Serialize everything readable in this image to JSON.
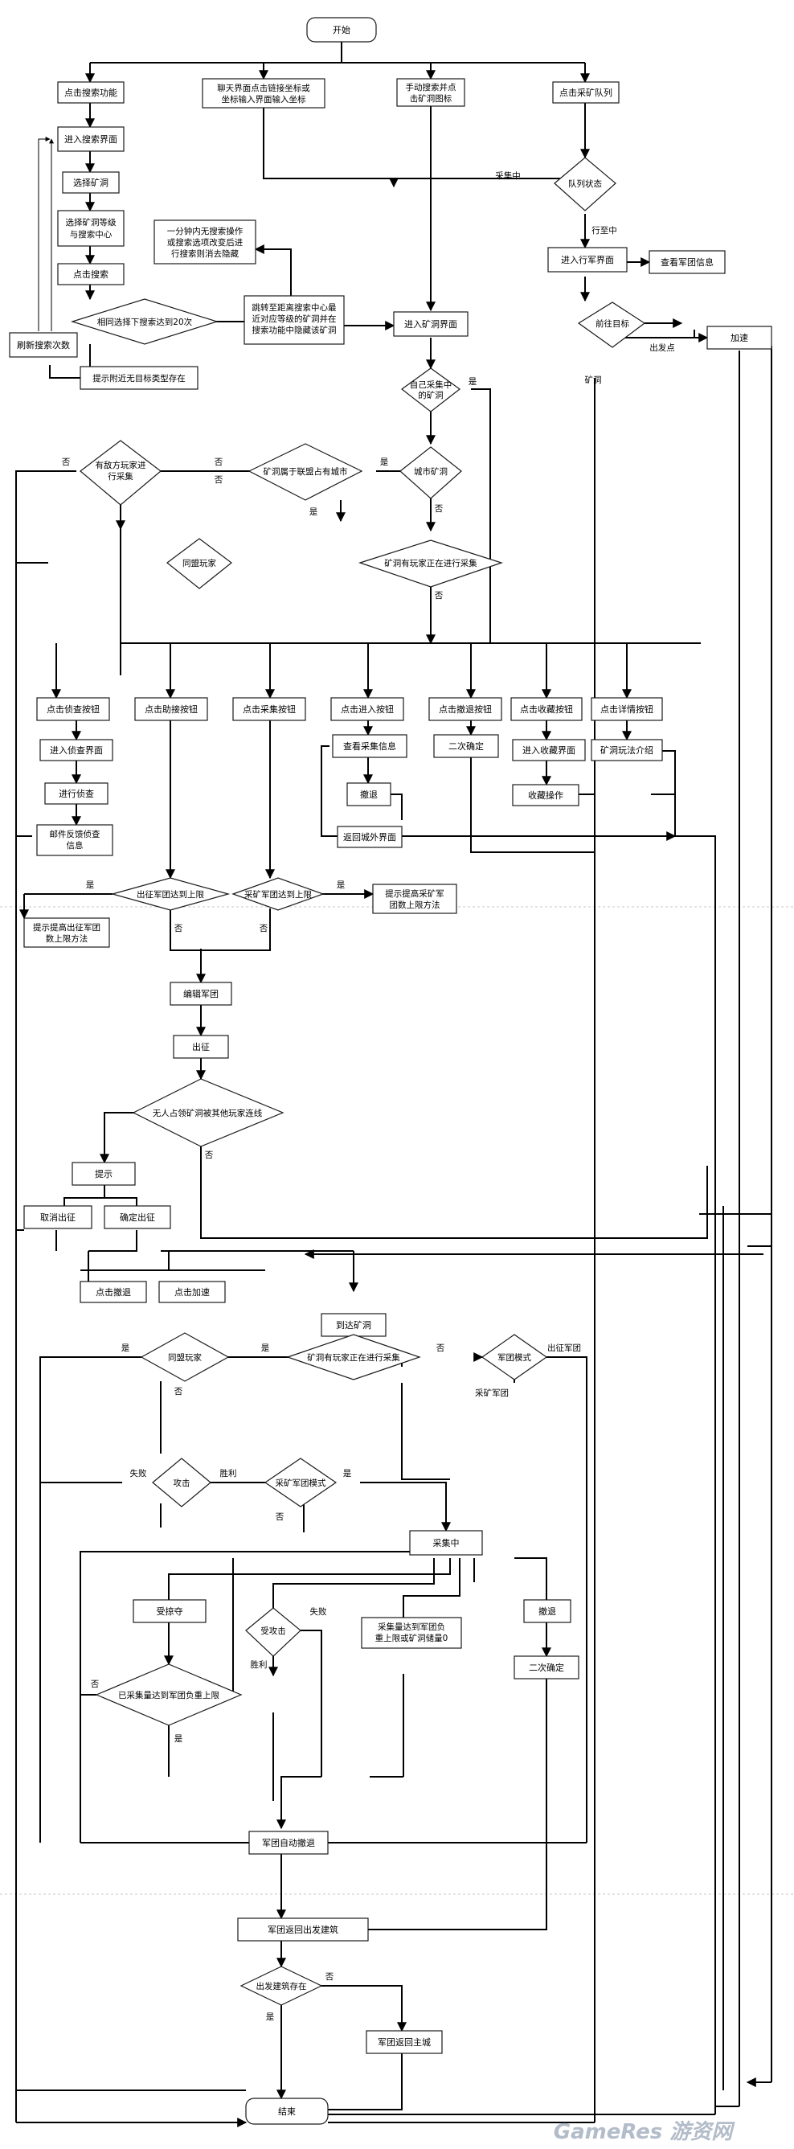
{
  "nodes": {
    "start": "开始",
    "search_func": "点击搜索功能",
    "chat_link": [
      "聊天界面点击链接坐标或",
      "坐标输入界面输入坐标"
    ],
    "manual_search": [
      "手动搜索并点",
      "击矿洞图标"
    ],
    "mine_queue": "点击采矿队列",
    "enter_search": "进入搜索界面",
    "select_mine": "选择矿洞",
    "select_level": [
      "选择矿洞等级",
      "与搜索中心"
    ],
    "queue_state": "队列状态",
    "one_min": [
      "一分钟内无搜索操作",
      "或搜索选项改变后进",
      "行搜索则消去隐藏"
    ],
    "click_search": "点击搜索",
    "same_opt": "相同选择下搜索达到20次",
    "jump": [
      "跳转至距离搜索中心最",
      "近对应等级的矿洞并在",
      "搜索功能中隐藏该矿洞"
    ],
    "enter_mine_ui": "进入矿洞界面",
    "enter_march": "进入行军界面",
    "view_army": "查看军团信息",
    "refresh": "刷新搜索次数",
    "goto_target": "前往目标",
    "speedup_top": "加速",
    "hint_none": "提示附近无目标类型存在",
    "self_mining": [
      "自己采集中",
      "的矿洞"
    ],
    "city_mine": "城市矿洞",
    "belongs": "矿洞属于联盟占有城市",
    "enemy_mine": [
      "有敌方玩家进",
      "行采集"
    ],
    "other_player": "矿洞有玩家正在进行采集",
    "ally1": "同盟玩家",
    "spy_btn": "点击侦查按钮",
    "aid_btn": "点击助接按钮",
    "collect_btn": "点击采集按钮",
    "enter_btn": "点击进入按钮",
    "retreat_btn": "点击撤退按钮",
    "fav_btn": "点击收藏按钮",
    "detail_btn": "点击详情按钮",
    "enter_spy": "进入侦查界面",
    "view_info": "查看采集信息",
    "confirm1": "二次确定",
    "enter_fav": "进入收藏界面",
    "intro": "矿洞玩法介绍",
    "do_spy": "进行侦查",
    "retreat1": "撤退",
    "fav_op": "收藏操作",
    "mail": [
      "邮件反馈侦查",
      "信息"
    ],
    "back_city": "返回城外界面",
    "army_limit": "出征军团达到上限",
    "mine_limit": "采矿军团达到上限",
    "hint_mine_limit": [
      "提示提高采矿军",
      "团数上限方法"
    ],
    "hint_army_limit": [
      "提示提高出征军团",
      "数上限方法"
    ],
    "edit_army": "编辑军团",
    "depart": "出征",
    "no_occupy": "无人占领矿洞被其他玩家连线",
    "tip": "提示",
    "cancel_depart": "取消出征",
    "confirm_depart": "确定出征",
    "click_retreat": "点击撤退",
    "click_speedup": "点击加速",
    "arrive": "到达矿洞",
    "ally2": "同盟玩家",
    "other_player2": "矿洞有玩家正在进行采集",
    "army_mode": "军团模式",
    "attack": "攻击",
    "mine_mode": "采矿军团模式",
    "mining": "采集中",
    "be_plundered": "受掠夺",
    "be_attacked": "受攻击",
    "full": [
      "采集量达到军团负",
      "重上限或矿洞储量0"
    ],
    "retreat2": "撤退",
    "confirm2": "二次确定",
    "collect_reach": "已采集量达到军团负重上限",
    "auto_retreat": "军团自动撤退",
    "return_build": "军团返回出发建筑",
    "build_exist": "出发建筑存在",
    "return_main": "军团返回主城",
    "end": "结束"
  },
  "labels": {
    "mining_q": "采集中",
    "marching": "行至中",
    "mine_end": "矿洞",
    "depart_pt": "出发点",
    "yes": "是",
    "no": "否",
    "depart_army": "出征军团",
    "mine_army": "采矿军团",
    "fail": "失败",
    "win": "胜利"
  },
  "watermark": "GameRes 游资网"
}
